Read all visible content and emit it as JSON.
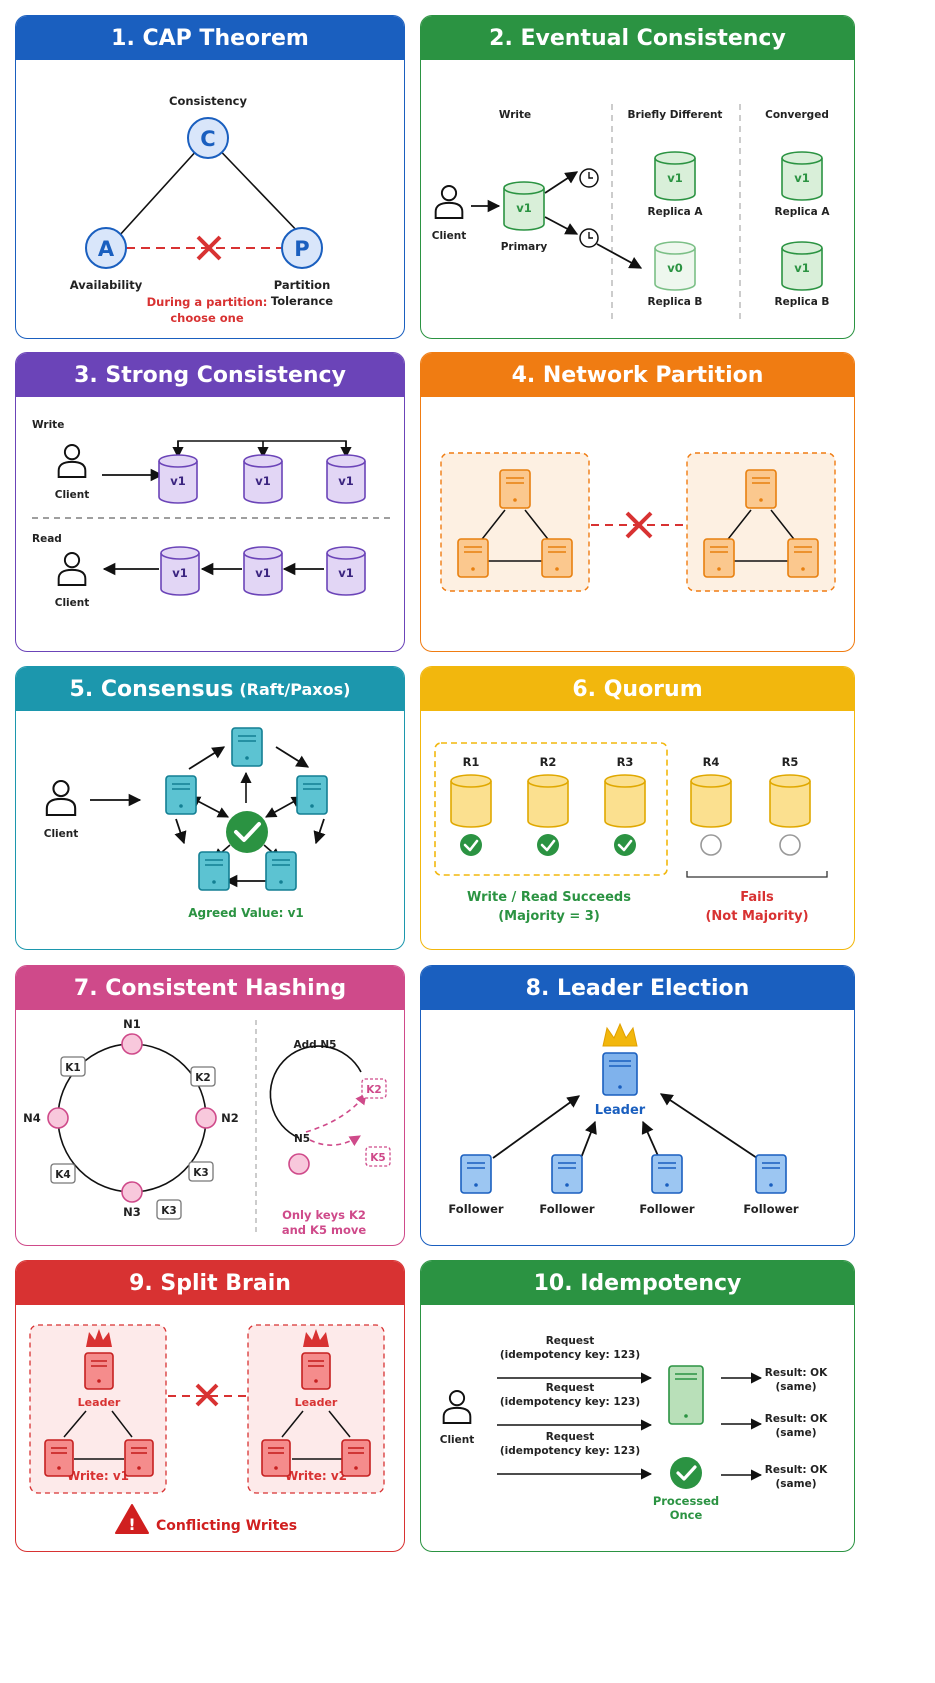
{
  "colors": {
    "blue": "#1a5fbf",
    "green": "#2b9342",
    "purple": "#6b44b8",
    "orange": "#f07c12",
    "teal": "#1c97ad",
    "yellow": "#f2b70d",
    "pink": "#cf4a8a",
    "red": "#d83232",
    "conflict_red": "#d01f1f"
  },
  "cards": {
    "cap": {
      "title": "1. CAP Theorem",
      "consistency": "Consistency",
      "availability": "Availability",
      "partition_line1": "Partition",
      "partition_line2": "Tolerance",
      "node_c": "C",
      "node_a": "A",
      "node_p": "P",
      "note_line1": "During a partition:",
      "note_line2": "choose one"
    },
    "eventual": {
      "title": "2. Eventual Consistency",
      "col_write": "Write",
      "col_briefly": "Briefly Different",
      "col_converged": "Converged",
      "client": "Client",
      "primary": "Primary",
      "primary_val": "v1",
      "replica_a": "Replica A",
      "replica_b": "Replica B",
      "brief_a_val": "v1",
      "brief_b_val": "v0",
      "conv_a_val": "v1",
      "conv_b_val": "v1"
    },
    "strong": {
      "title": "3. Strong Consistency",
      "write_label": "Write",
      "read_label": "Read",
      "client": "Client",
      "value": "v1"
    },
    "partition": {
      "title": "4. Network Partition"
    },
    "consensus": {
      "title": "5. Consensus",
      "title_sub": "(Raft/Paxos)",
      "client": "Client",
      "agreed": "Agreed Value: v1"
    },
    "quorum": {
      "title": "6. Quorum",
      "replicas": [
        "R1",
        "R2",
        "R3",
        "R4",
        "R5"
      ],
      "success_line1": "Write / Read Succeeds",
      "success_line2": "(Majority = 3)",
      "fail_line1": "Fails",
      "fail_line2": "(Not Majority)"
    },
    "hashing": {
      "title": "7. Consistent Hashing",
      "nodes": [
        "N1",
        "N2",
        "N3",
        "N4"
      ],
      "keys": [
        "K1",
        "K2",
        "K3",
        "K4",
        "K3"
      ],
      "add_label": "Add N5",
      "new_node": "N5",
      "moved_keys": [
        "K2",
        "K5"
      ],
      "note_line1": "Only keys K2",
      "note_line2": "and K5 move"
    },
    "leader": {
      "title": "8. Leader Election",
      "leader": "Leader",
      "followers": [
        "Follower",
        "Follower",
        "Follower",
        "Follower"
      ]
    },
    "split": {
      "title": "9. Split Brain",
      "leader_left": "Leader",
      "leader_right": "Leader",
      "write_left": "Write: v1",
      "write_right": "Write: v2",
      "warning": "Conflicting Writes"
    },
    "idem": {
      "title": "10. Idempotency",
      "client": "Client",
      "requests": [
        {
          "line1": "Request",
          "line2": "(idempotency key: 123)"
        },
        {
          "line1": "Request",
          "line2": "(idempotency key: 123)"
        },
        {
          "line1": "Request",
          "line2": "(idempotency key: 123)"
        }
      ],
      "results": [
        {
          "line1": "Result: OK",
          "line2": "(same)"
        },
        {
          "line1": "Result: OK",
          "line2": "(same)"
        },
        {
          "line1": "Result: OK",
          "line2": "(same)"
        }
      ],
      "processed_line1": "Processed",
      "processed_line2": "Once"
    }
  }
}
